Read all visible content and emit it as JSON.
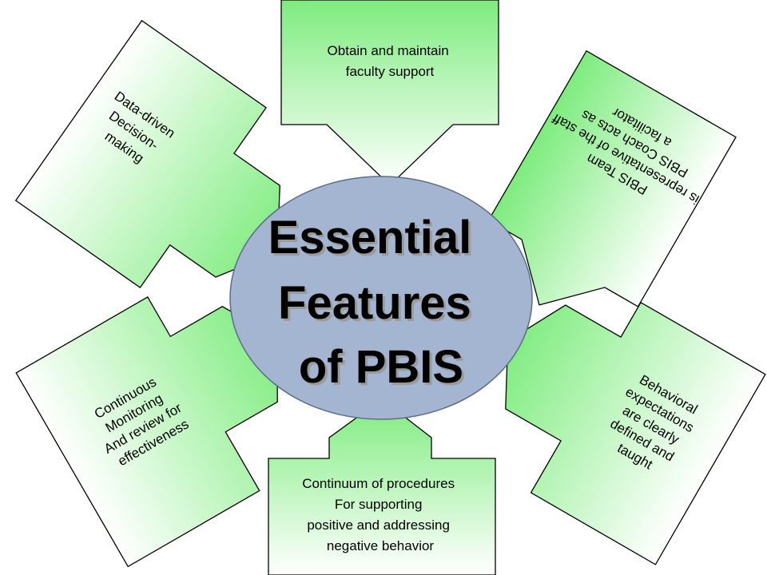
{
  "center": {
    "lines": [
      "Essential",
      "Features",
      "of PBIS"
    ]
  },
  "features": {
    "top": [
      "Obtain and maintain",
      "faculty support"
    ],
    "top_right": [
      "PBIS Team",
      "is representative of the staff",
      "PBIS Coach acts as",
      "a facilitator"
    ],
    "right": [
      "Behavioral",
      "expectations",
      "are clearly",
      "defined and",
      "taught"
    ],
    "bottom": [
      "Continuum of procedures",
      "For supporting",
      "positive and addressing",
      "negative behavior"
    ],
    "left": [
      "Continuous",
      "Monitoring",
      "And review for",
      "effectiveness"
    ],
    "top_left": [
      "Data-driven",
      "Decision-",
      "making"
    ]
  },
  "colors": {
    "arrow_fill_light": "#ffffff",
    "arrow_fill_green": "#7eec7e",
    "ellipse_fill": "#a3b5d0",
    "text": "#000000"
  }
}
